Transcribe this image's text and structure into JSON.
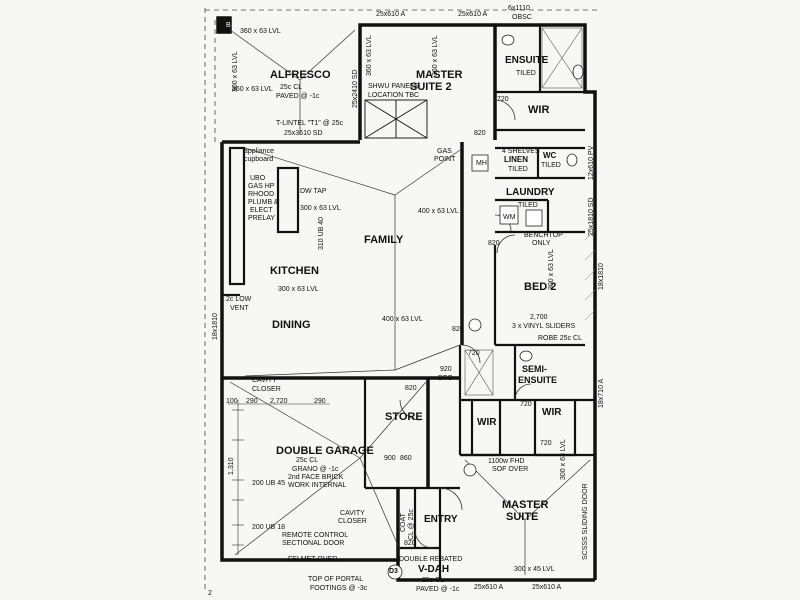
{
  "rooms": {
    "alfresco": "ALFRESCO",
    "master_suite_2a": "MASTER",
    "master_suite_2b": "SUITE 2",
    "ensuite": "ENSUITE",
    "wir_top": "WIR",
    "linen": "LINEN",
    "wc": "WC",
    "laundry": "LAUNDRY",
    "family": "FAMILY",
    "kitchen": "KITCHEN",
    "dining": "DINING",
    "bed2": "BED 2",
    "semi_ensuite_a": "SEMI-",
    "semi_ensuite_b": "ENSUITE",
    "wir_left": "WIR",
    "wir_right": "WIR",
    "store": "STORE",
    "double_garage": "DOUBLE GARAGE",
    "entry": "ENTRY",
    "master_suite_a": "MASTER",
    "master_suite_b": "SUITE",
    "verandah": "V-DAH"
  },
  "notes": {
    "top_beam_1": "25x610 A",
    "top_beam_2": "25x610 A",
    "top_dim_6x1110": "6x1110",
    "obsc": "OBSC",
    "alfresco_lvl": "360 x 63 LVL",
    "alfresco_lvl2": "300 x 63 LVL",
    "alfresco_lvl3": "360 x 63 LVL",
    "alfresco_cl": "25c CL",
    "alfresco_paved": "PAVED @ -1c",
    "lintel": "T-LINTEL \"T1\" @ 25c",
    "alfresco_sd": "25x3610 SD",
    "shwu_panels": "SHWU PANELS",
    "location_tbc": "LOCATION TBC",
    "ms2_sd": "25x2410 SD",
    "ms2_lvl": "360 x 63 LVL",
    "ms2_lvl2": "360 x 63 LVL",
    "appliance": "appliance",
    "cupboard": "cupboard",
    "ubo": "UBO",
    "gas_hp": "GAS HP",
    "rhood": "RHOOD",
    "plumb": "PLUMB &",
    "elect": "ELECT",
    "prelay": "PRELAY",
    "dw_tap": "DW TAP",
    "k_lvl": "300 x 63 LVL",
    "ub40": "310 UB 40",
    "gas_point_a": "GAS",
    "gas_point_b": "POINT",
    "shelves_4": "4 SHELVES",
    "tiled1": "TILED",
    "tiled2": "TILED",
    "tiled3": "TILED",
    "tiled4": "TILED",
    "wm": "WM",
    "mh": "MH",
    "benchtop": "BENCHTOP",
    "only": "ONLY",
    "family_lvl": "400 x 63 LVL",
    "dining_lvl": "400 x 63 LVL",
    "kitchen_lvl2": "300 x 63 LVL",
    "low_vent": "2c LOW",
    "vent": "VENT",
    "dim_2700": "2,700",
    "vinyl_sliders": "3 x VINYL SLIDERS",
    "robe": "ROBE 25c CL",
    "bed2_lvl": "300 x 63 LVL",
    "right_sd": "25x1810 SD",
    "right_pv": "12x610 PV",
    "right_18x1810": "18x1810",
    "right_18x710": "18x710 A",
    "right_lvl": "300 x 63 LVL",
    "left_18x1810": "18x1810",
    "cavity_closer": "CAVITY",
    "closer": "CLOSER",
    "dim_2720": "2,720",
    "dim_100": "100",
    "dim_290a": "290",
    "dim_290b": "290",
    "dim_820a": "820",
    "dim_820b": "820",
    "dim_820c": "820",
    "dim_820d": "820",
    "dim_820e": "820",
    "dim_720a": "720",
    "dim_720b": "720",
    "dim_720c": "720",
    "dim_720d": "720",
    "dim_920": "920",
    "dfo": "DFO",
    "garage_cl": "25c CL",
    "garage_grano": "GRANO @ -1c",
    "face_brick": "2nd FACE BRICK",
    "work_internal": "WORK INTERNAL",
    "ub45": "200 UB 45",
    "ub18": "200 UB 18",
    "remote_control": "REMOTE CONTROL",
    "sectional_door": "SECTIONAL DOOR",
    "dim_900": "900",
    "dim_860": "860",
    "dim_1310": "1,310",
    "cavity2": "CAVITY",
    "closer2": "CLOSER",
    "coat": "COAT",
    "coat_cl": "CL @ 25c",
    "fhd": "1100w FHD",
    "sof_over": "SOF OVER",
    "double_rebated": "DOUBLE REBATED",
    "fermet_over": "FELMET OVER",
    "top_portal": "TOP OF PORTAL",
    "footings": "FOOTINGS @ -3c",
    "vdah_cl": "25c CL",
    "vdah_paved": "PAVED @ -1c",
    "ms_lvl": "300 x 45 LVL",
    "ms_beam1": "25x610 A",
    "ms_beam2": "25x610 A",
    "sliding_door": "SCSSS SLIDING DOOR",
    "d3": "D3",
    "page_num": "2",
    "corner_b": "B"
  }
}
